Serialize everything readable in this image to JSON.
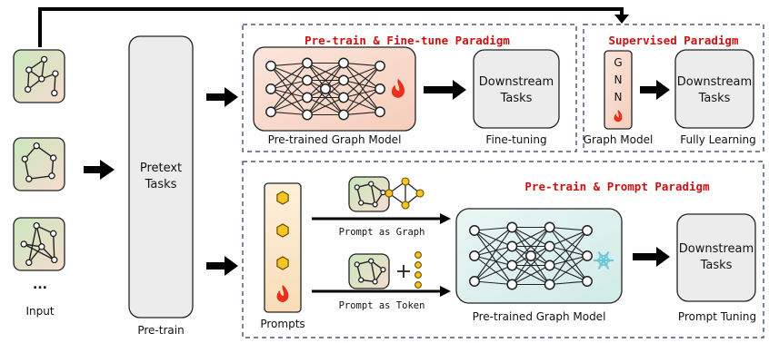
{
  "paradigms": {
    "finetune_title": "Pre-train & Fine-tune Paradigm",
    "supervised_title": "Supervised Paradigm",
    "prompt_title": "Pre-train & Prompt Paradigm"
  },
  "boxes": {
    "pretext_line1": "Pretext",
    "pretext_line2": "Tasks",
    "downstream_line1": "Downstream",
    "downstream_line2": "Tasks",
    "gnn_g": "G",
    "gnn_n1": "N",
    "gnn_n2": "N"
  },
  "labels": {
    "input": "Input",
    "input_ellipsis": "...",
    "pretrain": "Pre-train",
    "pretrained_model_top": "Pre-trained Graph Model",
    "fine_tuning": "Fine-tuning",
    "graph_model": "Graph Model",
    "fully_learning": "Fully Learning",
    "prompts": "Prompts",
    "prompt_as_graph": "Prompt as Graph",
    "prompt_as_token": "Prompt as Token",
    "pretrained_model_bottom": "Pre-trained Graph Model",
    "prompt_tuning": "Prompt Tuning"
  },
  "colors": {
    "input_fill_top": "#c9e7bd",
    "input_fill_bottom": "#f6dccf",
    "model_orange": "#f9ddd0",
    "model_frozen": "#dcefed",
    "prompt_column": "#fbe7c6",
    "node_yellow": "#f3c623",
    "flame": "#e8301c",
    "snowflake": "#6fc7d8",
    "title_red": "#cc1111",
    "gray_box": "#ececec",
    "dashed_border": "#24365f"
  },
  "icons": [
    "flame-icon",
    "snowflake-icon",
    "plus-icon",
    "arrow-icon",
    "graph-icon",
    "neural-network-icon"
  ]
}
